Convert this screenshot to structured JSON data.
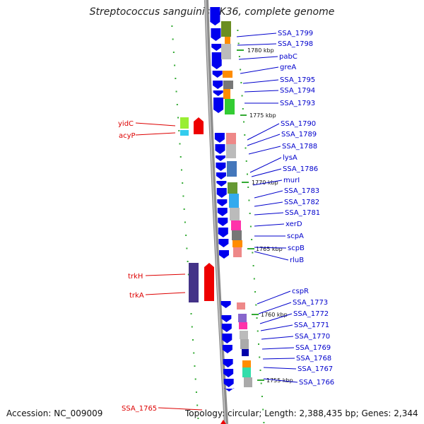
{
  "title": "Streptococcus sanguinis SK36, complete genome",
  "footer": {
    "accession": "Accession: NC_009009",
    "topology": "Topology: circular; Length: 2,388,435 bp; Genes: 2,344"
  },
  "colors": {
    "backbone": "#8c8c8c",
    "forward_label": "#0000cc",
    "reverse_label": "#dd0000",
    "cds_forward": "#0000ee",
    "cds_reverse": "#ee0000",
    "tick": "#33aa33"
  },
  "kbp_marks": [
    "1780 kbp",
    "1775 kbp",
    "1770 kbp",
    "1765 kbp",
    "1760 kbp",
    "1755 kbp"
  ],
  "forward_labels": [
    "SSA_1799",
    "SSA_1798",
    "pabC",
    "greA",
    "SSA_1795",
    "SSA_1794",
    "SSA_1793",
    "SSA_1790",
    "SSA_1789",
    "SSA_1788",
    "lysA",
    "SSA_1786",
    "murI",
    "SSA_1783",
    "SSA_1782",
    "SSA_1781",
    "xerD",
    "scpA",
    "scpB",
    "rluB",
    "cspR",
    "SSA_1773",
    "SSA_1772",
    "SSA_1771",
    "SSA_1770",
    "SSA_1769",
    "SSA_1768",
    "SSA_1767",
    "SSA_1766"
  ],
  "reverse_labels": [
    "yidC",
    "acyP",
    "trkH",
    "trkA",
    "SSA_1765"
  ]
}
